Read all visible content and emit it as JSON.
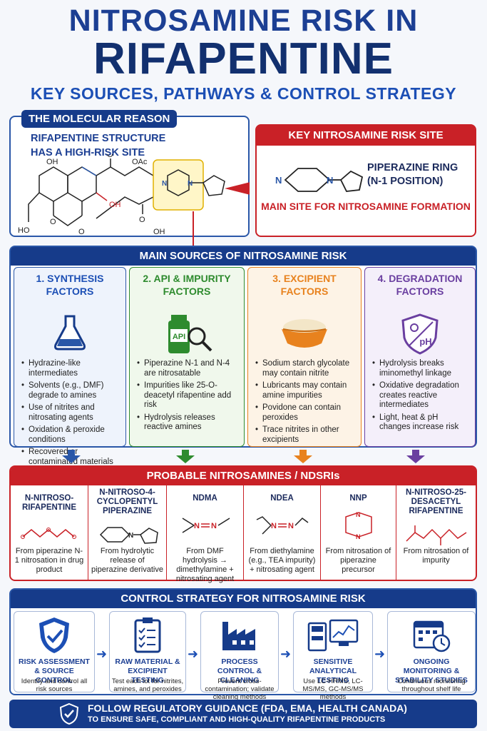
{
  "header": {
    "title_line1": "NITROSAMINE RISK IN",
    "title_line2": "RIFAPENTINE",
    "subtitle": "KEY SOURCES, PATHWAYS & CONTROL STRATEGY"
  },
  "molecular": {
    "tag": "THE MOLECULAR REASON",
    "label": "RIFAPENTINE STRUCTURE HAS A HIGH-RISK SITE",
    "atoms": [
      "OH",
      "O",
      "OAc",
      "OH",
      "HO",
      "O",
      "O",
      "O",
      "OH",
      "N",
      "N"
    ]
  },
  "risk_site": {
    "header": "KEY NITROSAMINE RISK SITE",
    "atom_n1": "N",
    "atom_n2": "N",
    "ring_label": "PIPERAZINE RING (N-1 POSITION)",
    "main_site": "MAIN SITE FOR NITROSAMINE FORMATION"
  },
  "sources": {
    "header": "MAIN SOURCES OF NITROSAMINE RISK",
    "columns": [
      {
        "title": "1. SYNTHESIS FACTORS",
        "items": [
          "Hydrazine-like intermediates",
          "Solvents (e.g., DMF) degrade to amines",
          "Use of nitrites and nitrosating agents",
          "Oxidation & peroxide conditions",
          "Recovered or contaminated materials"
        ]
      },
      {
        "title": "2. API & IMPURITY FACTORS",
        "icon_text": "API",
        "items": [
          "Piperazine N-1 and N-4 are nitrosatable",
          "Impurities like 25-O-deacetyl rifapentine add risk",
          "Hydrolysis releases reactive amines"
        ]
      },
      {
        "title": "3. EXCIPIENT FACTORS",
        "items": [
          "Sodium starch glycolate may contain nitrite",
          "Lubricants may contain amine impurities",
          "Povidone can contain peroxides",
          "Trace nitrites in other excipients"
        ]
      },
      {
        "title": "4. DEGRADATION FACTORS",
        "icon_text": "pH",
        "items": [
          "Hydrolysis breaks iminomethyl linkage",
          "Oxidative degradation creates reactive intermediates",
          "Light, heat & pH changes increase risk"
        ]
      }
    ]
  },
  "nitrosamines": {
    "header": "PROBABLE NITROSAMINES / NDSRIs",
    "cells": [
      {
        "title": "N-NITROSO-RIFAPENTINE",
        "desc": "From piperazine N-1 nitrosation in drug product"
      },
      {
        "title": "N-NITROSO-4-CYCLOPENTYL PIPERAZINE",
        "desc": "From hydrolytic release of piperazine derivative",
        "atom": "N"
      },
      {
        "title": "NDMA",
        "desc": "From DMF hydrolysis → dimethylamine + nitrosating agent",
        "atoms": [
          "N",
          "N"
        ]
      },
      {
        "title": "NDEA",
        "desc": "From diethylamine (e.g., TEA impurity) + nitrosating agent",
        "atoms": [
          "N",
          "N"
        ]
      },
      {
        "title": "NNP",
        "desc": "From nitrosation of piperazine precursor",
        "atoms": [
          "N",
          "N"
        ]
      },
      {
        "title": "N-NITROSO-25-DESACETYL RIFAPENTINE",
        "desc": "From nitrosation of impurity"
      }
    ]
  },
  "control": {
    "header": "CONTROL STRATEGY FOR NITROSAMINE RISK",
    "steps": [
      {
        "title": "RISK ASSESSMENT & SOURCE CONTROL",
        "desc": "Identify and control all risk sources"
      },
      {
        "title": "RAW MATERIAL & EXCIPIENT TESTING",
        "desc": "Test each lot for nitrites, amines, and peroxides"
      },
      {
        "title": "PROCESS CONTROL & CLEANING",
        "desc": "Prevent cross-contamination; validate cleaning methods"
      },
      {
        "title": "SENSITIVE ANALYTICAL TESTING",
        "desc": "Use LC-HRMS, LC-MS/MS, GC-MS/MS methods"
      },
      {
        "title": "ONGOING MONITORING & STABILITY STUDIES",
        "desc": "Continuous monitoring throughout shelf life"
      }
    ]
  },
  "footer": {
    "line1": "FOLLOW REGULATORY GUIDANCE (FDA, EMA, HEALTH CANADA)",
    "line2": "TO ENSURE SAFE, COMPLIANT AND HIGH-QUALITY RIFAPENTINE PRODUCTS"
  },
  "colors": {
    "navy": "#163b8a",
    "red": "#c92127",
    "blue": "#2a57a8",
    "green": "#2e8b2e",
    "orange": "#e8821e",
    "purple": "#6a3fa0"
  }
}
